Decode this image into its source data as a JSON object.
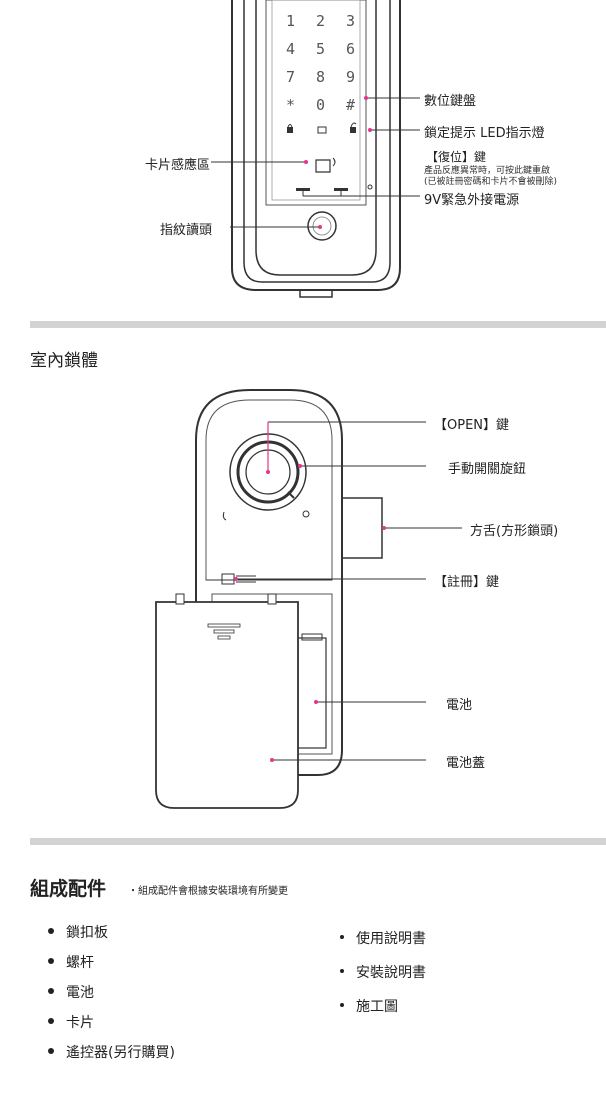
{
  "colors": {
    "accent": "#e4368a",
    "line": "#333333",
    "separator": "#d3d3d3"
  },
  "keypad": {
    "keys": [
      "1",
      "2",
      "3",
      "4",
      "5",
      "6",
      "7",
      "8",
      "9",
      "*",
      "0",
      "#"
    ]
  },
  "front_labels": {
    "keypad": "數位鍵盤",
    "led": "鎖定提示 LED指示燈",
    "reset_title": "【復位】鍵",
    "reset_desc1": "產品反應異常時，可按此鍵重啟",
    "reset_desc2": "(已被註冊密碼和卡片不會被刪除)",
    "power": "9V緊急外接電源",
    "card": "卡片感應區",
    "fingerprint": "指紋讀頭"
  },
  "indoor": {
    "title": "室內鎖體",
    "open_key": "【OPEN】鍵",
    "knob": "手動開關旋鈕",
    "bolt": "方舌(方形鎖頭)",
    "register": "【註冊】鍵",
    "battery": "電池",
    "battery_cover": "電池蓋"
  },
  "parts": {
    "title": "組成配件",
    "note": "・組成配件會根據安裝環境有所變更",
    "left": [
      "鎖扣板",
      "螺杆",
      "電池",
      "卡片",
      "遙控器(另行購買)"
    ],
    "right": [
      "使用說明書",
      "安裝說明書",
      "施工圖"
    ]
  }
}
